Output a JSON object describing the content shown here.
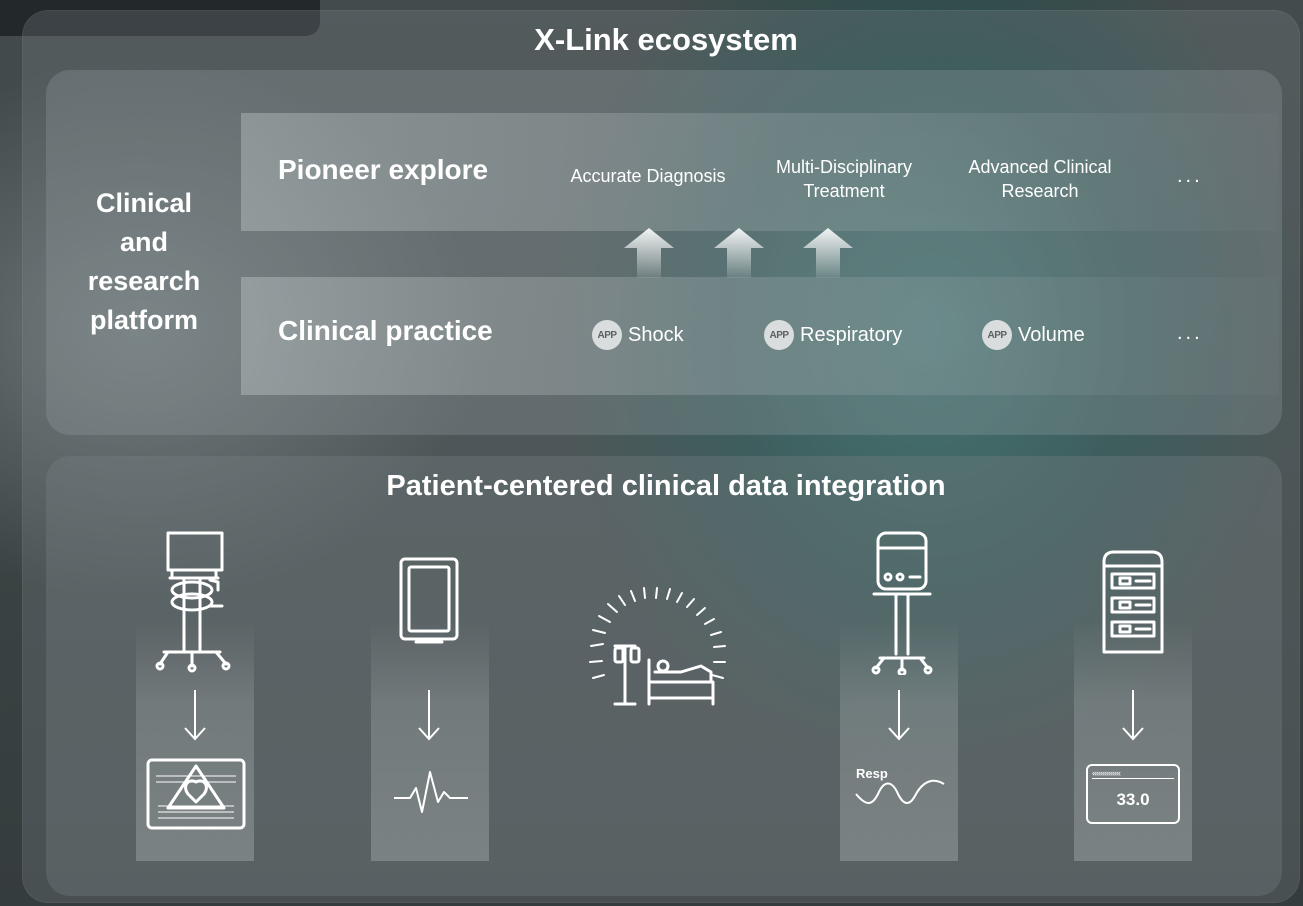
{
  "title": "X-Link ecosystem",
  "platform_label": "Clinical and research platform",
  "pioneer": {
    "title": "Pioneer explore",
    "items": [
      "Accurate Diagnosis",
      "Multi-Disciplinary Treatment",
      "Advanced Clinical Research"
    ],
    "more": "..."
  },
  "practice": {
    "title": "Clinical practice",
    "badge": "APP",
    "apps": [
      "Shock",
      "Respiratory",
      "Volume"
    ],
    "more": "..."
  },
  "integration": {
    "title": "Patient-centered clinical data integration",
    "resp_label": "Resp",
    "value_display": "33.0"
  }
}
